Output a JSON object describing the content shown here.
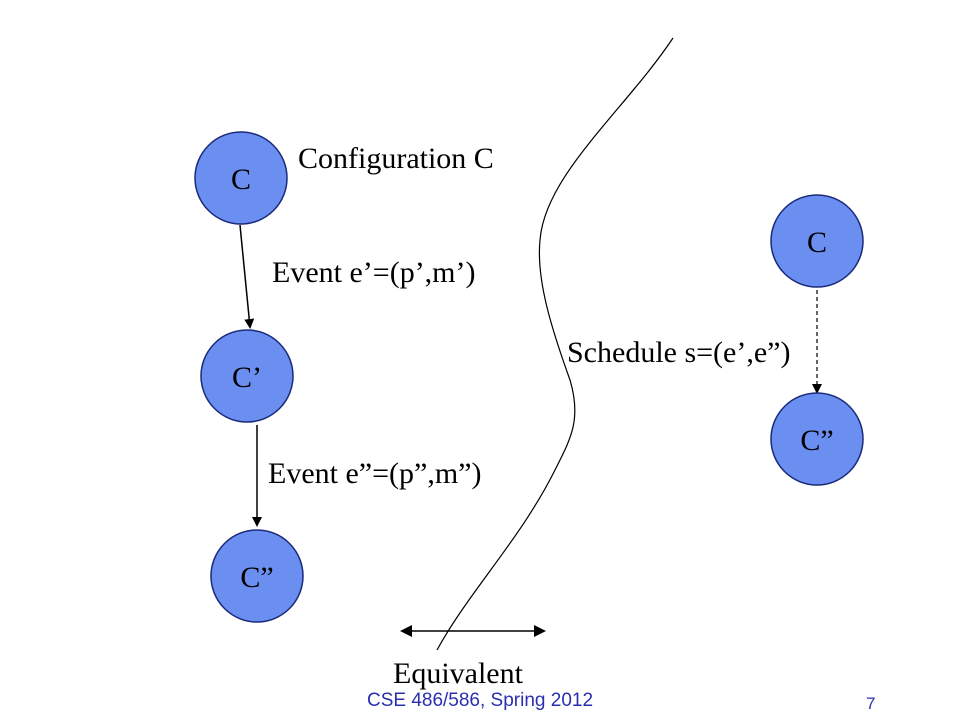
{
  "diagram": {
    "left_chain": [
      {
        "label": "C"
      },
      {
        "label": "C’"
      },
      {
        "label": "C”"
      }
    ],
    "right_chain": [
      {
        "label": "C"
      },
      {
        "label": "C”"
      }
    ],
    "captions": {
      "configuration": "Configuration C",
      "event1": "Event e’=(p’,m’)",
      "event2": "Event e”=(p”,m”)",
      "schedule": "Schedule s=(e’,e”)",
      "equivalent": "Equivalent"
    },
    "colors": {
      "node_fill": "#6b8ff0",
      "node_stroke": "#1a2a7a",
      "footer_text": "#2a2fb0"
    }
  },
  "footer": {
    "course": "CSE 486/586, Spring 2012",
    "page": "7"
  }
}
